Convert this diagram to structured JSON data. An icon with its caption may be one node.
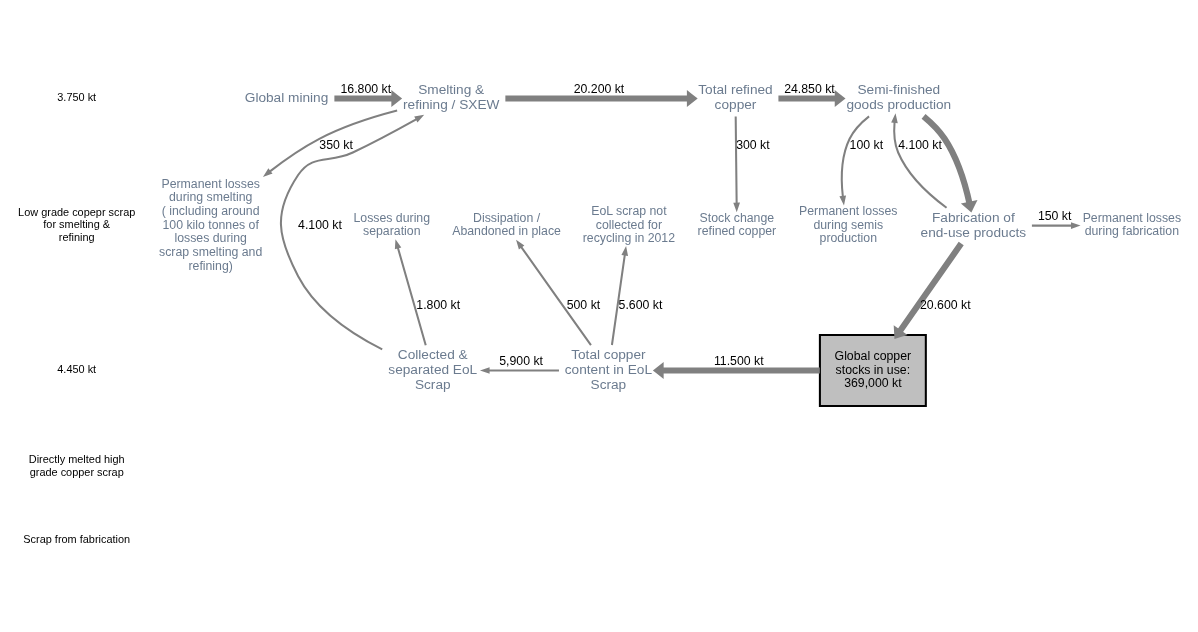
{
  "diagram": {
    "nodes": [
      {
        "text": [
          "Global mining"
        ]
      },
      {
        "text": [
          "Smelting & refining / SXEW"
        ]
      },
      {
        "text": [
          "Total refined copper"
        ]
      },
      {
        "text": [
          "Semi-finished goods production"
        ]
      },
      {
        "text": [
          "Permanent losses during smelting",
          "( including around 100 kilo tonnes of losses during scrap smelting and refining)"
        ]
      },
      {
        "text": [
          "Stock change refined copper"
        ]
      },
      {
        "text": [
          "Permanent losses during semis production"
        ]
      },
      {
        "text": [
          "Fabrication of end-use products"
        ]
      },
      {
        "text": [
          "Permanent losses during fabrication"
        ]
      },
      {
        "text": [
          "Global copper stocks in use:",
          "369,000 kt"
        ]
      },
      {
        "text": [
          "Dissipation / Abandoned in place"
        ]
      },
      {
        "text": [
          "Total copper content in EoL Scrap"
        ]
      },
      {
        "text": [
          "EoL scrap not collected for recycling in 2012"
        ]
      },
      {
        "text": [
          "Losses during separation"
        ]
      },
      {
        "text": [
          "Collected & separated EoL Scrap"
        ]
      }
    ],
    "edges": [
      {
        "from": 0,
        "to": 1,
        "arrow": "to",
        "label": "16.800 kt",
        "style": "thick"
      },
      {
        "from": 1,
        "to": 2,
        "arrow": "to",
        "label": "20.200 kt",
        "style": "thick"
      },
      {
        "from": 2,
        "to": 3,
        "arrow": "to",
        "label": "24.850 kt",
        "style": "thick"
      },
      {
        "from": 1,
        "to": 4,
        "arrow": "to",
        "label": "350 kt"
      },
      {
        "from": 2,
        "to": 5,
        "arrow": "to",
        "label": "300 kt"
      },
      {
        "from": 3,
        "to": 6,
        "arrow": "to",
        "label": "100 kt"
      },
      {
        "from": 3,
        "to": 7,
        "arrow": "to",
        "style": "thick"
      },
      {
        "from": 7,
        "to": 8,
        "arrow": "to",
        "label": "150 kt"
      },
      {
        "from": 7,
        "to": 9,
        "arrow": "to",
        "label": "20.600 kt",
        "style": "thick"
      },
      {
        "from": 7,
        "to": 3,
        "arrow": "to",
        "label": "4.100 kt"
      },
      {
        "from": 9,
        "to": 11,
        "arrow": "to",
        "label": "11.500 kt",
        "style": "thick"
      },
      {
        "from": 11,
        "to": 10,
        "arrow": "to",
        "label": "500 kt"
      },
      {
        "from": 11,
        "to": 12,
        "arrow": "to",
        "label": "5.600 kt"
      },
      {
        "from": 11,
        "to": 14,
        "arrow": "to",
        "label": "5,900 kt"
      },
      {
        "from": 14,
        "to": 13,
        "arrow": "to",
        "label": "1.800 kt"
      },
      {
        "from": 14,
        "to": 1,
        "arrow": "to",
        "label": "4.100 kt"
      }
    ],
    "labels": [
      "3.750 kt",
      "Low grade copepr scrap for smelting & refining",
      "4.450 kt",
      "Directly melted high grade copper scrap",
      "Scrap from fabrication"
    ]
  }
}
